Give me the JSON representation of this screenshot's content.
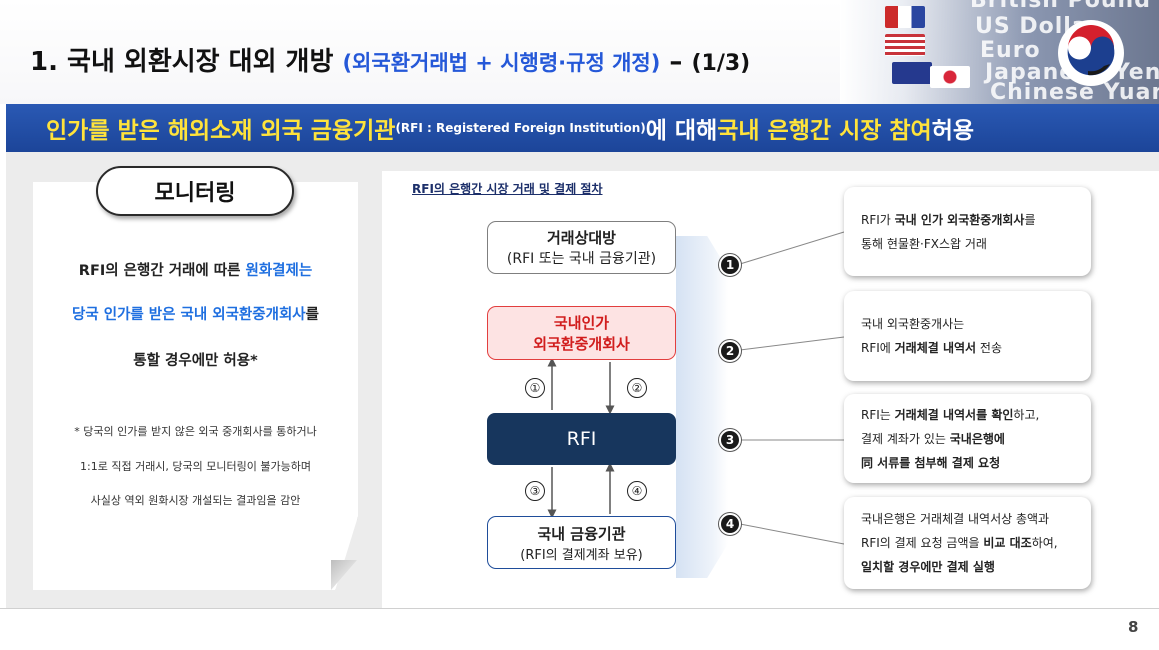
{
  "header": {
    "title_main": "1. 국내 외환시장 대외 개방",
    "title_sub": "(외국환거래법 + 시행령·규정 개정)",
    "title_dash": "–",
    "title_page": "(1/3)",
    "bill_texts": [
      "British Pound",
      "US Dollar",
      "Euro",
      "Japanese Yen",
      "Chinese Yuan"
    ]
  },
  "banner": {
    "part1": "인가를 받은 해외소재 외국 금융기관",
    "part2": "(RFI : Registered Foreign Institution)",
    "part3": "에 대해 ",
    "part4": "국내 은행간 시장 참여",
    "part5": " 허용"
  },
  "monitoring": {
    "label": "모니터링",
    "line1": "RFI의 은행간 거래에 따른 ",
    "line1_hl": "원화결제는",
    "line2_hl": "당국 인가를 받은 국내 외국환중개회사",
    "line2": "를",
    "line3": "통할 경우에만 허용*",
    "note1": "* 당국의 인가를 받지 않은 외국 중개회사를 통하거나",
    "note2": "1:1로 직접 거래시, 당국의 모니터링이 불가능하며",
    "note3": "사실상 역외 원화시장 개설되는 결과임을 감안"
  },
  "diagram": {
    "title": "RFI의 은행간 시장 거래 및 결제 절차",
    "counterparty_l1": "거래상대방",
    "counterparty_l2": "(RFI 또는 국내 금융기관)",
    "domestic_broker_l1": "국내인가",
    "domestic_broker_l2": "외국환중개회사",
    "rfi": "RFI",
    "bank_l1": "국내 금융기관",
    "bank_l2": "(RFI의 결제계좌 보유)",
    "arrow_labels": [
      "①",
      "②",
      "③",
      "④"
    ],
    "step_badges": [
      "1",
      "2",
      "3",
      "4"
    ]
  },
  "callouts": [
    {
      "lines": [
        [
          {
            "t": "RFI가 ",
            "b": false
          },
          {
            "t": "국내 인가 외국환중개회사",
            "b": true
          },
          {
            "t": "를",
            "b": false
          }
        ],
        [
          {
            "t": "통해 현물환·FX스왑 거래",
            "b": false
          }
        ]
      ]
    },
    {
      "lines": [
        [
          {
            "t": "국내 외국환중개사는",
            "b": false
          }
        ],
        [
          {
            "t": "RFI에 ",
            "b": false
          },
          {
            "t": "거래체결 내역서",
            "b": true
          },
          {
            "t": " 전송",
            "b": false
          }
        ]
      ]
    },
    {
      "lines": [
        [
          {
            "t": "RFI는 ",
            "b": false
          },
          {
            "t": "거래체결 내역서를 확인",
            "b": true
          },
          {
            "t": "하고,",
            "b": false
          }
        ],
        [
          {
            "t": "결제 계좌가 있는 ",
            "b": false
          },
          {
            "t": "국내은행에",
            "b": true
          }
        ],
        [
          {
            "t": "同 서류를 첨부해 결제 요청",
            "b": true
          }
        ]
      ]
    },
    {
      "lines": [
        [
          {
            "t": "국내은행은 거래체결 내역서상 총액과",
            "b": false
          }
        ],
        [
          {
            "t": "RFI의 결제 요청 금액을 ",
            "b": false
          },
          {
            "t": "비교 대조",
            "b": true
          },
          {
            "t": "하여,",
            "b": false
          }
        ],
        [
          {
            "t": "일치할 경우에만 결제 실행",
            "b": true
          }
        ]
      ]
    }
  ],
  "footer": {
    "page_number": "8"
  },
  "colors": {
    "banner_blue": "#2a59b4",
    "highlight_yellow": "#ffe33b",
    "accent_blue": "#1f6fe0",
    "broker_red": "#d11d1d",
    "rfi_navy": "#17365d"
  }
}
